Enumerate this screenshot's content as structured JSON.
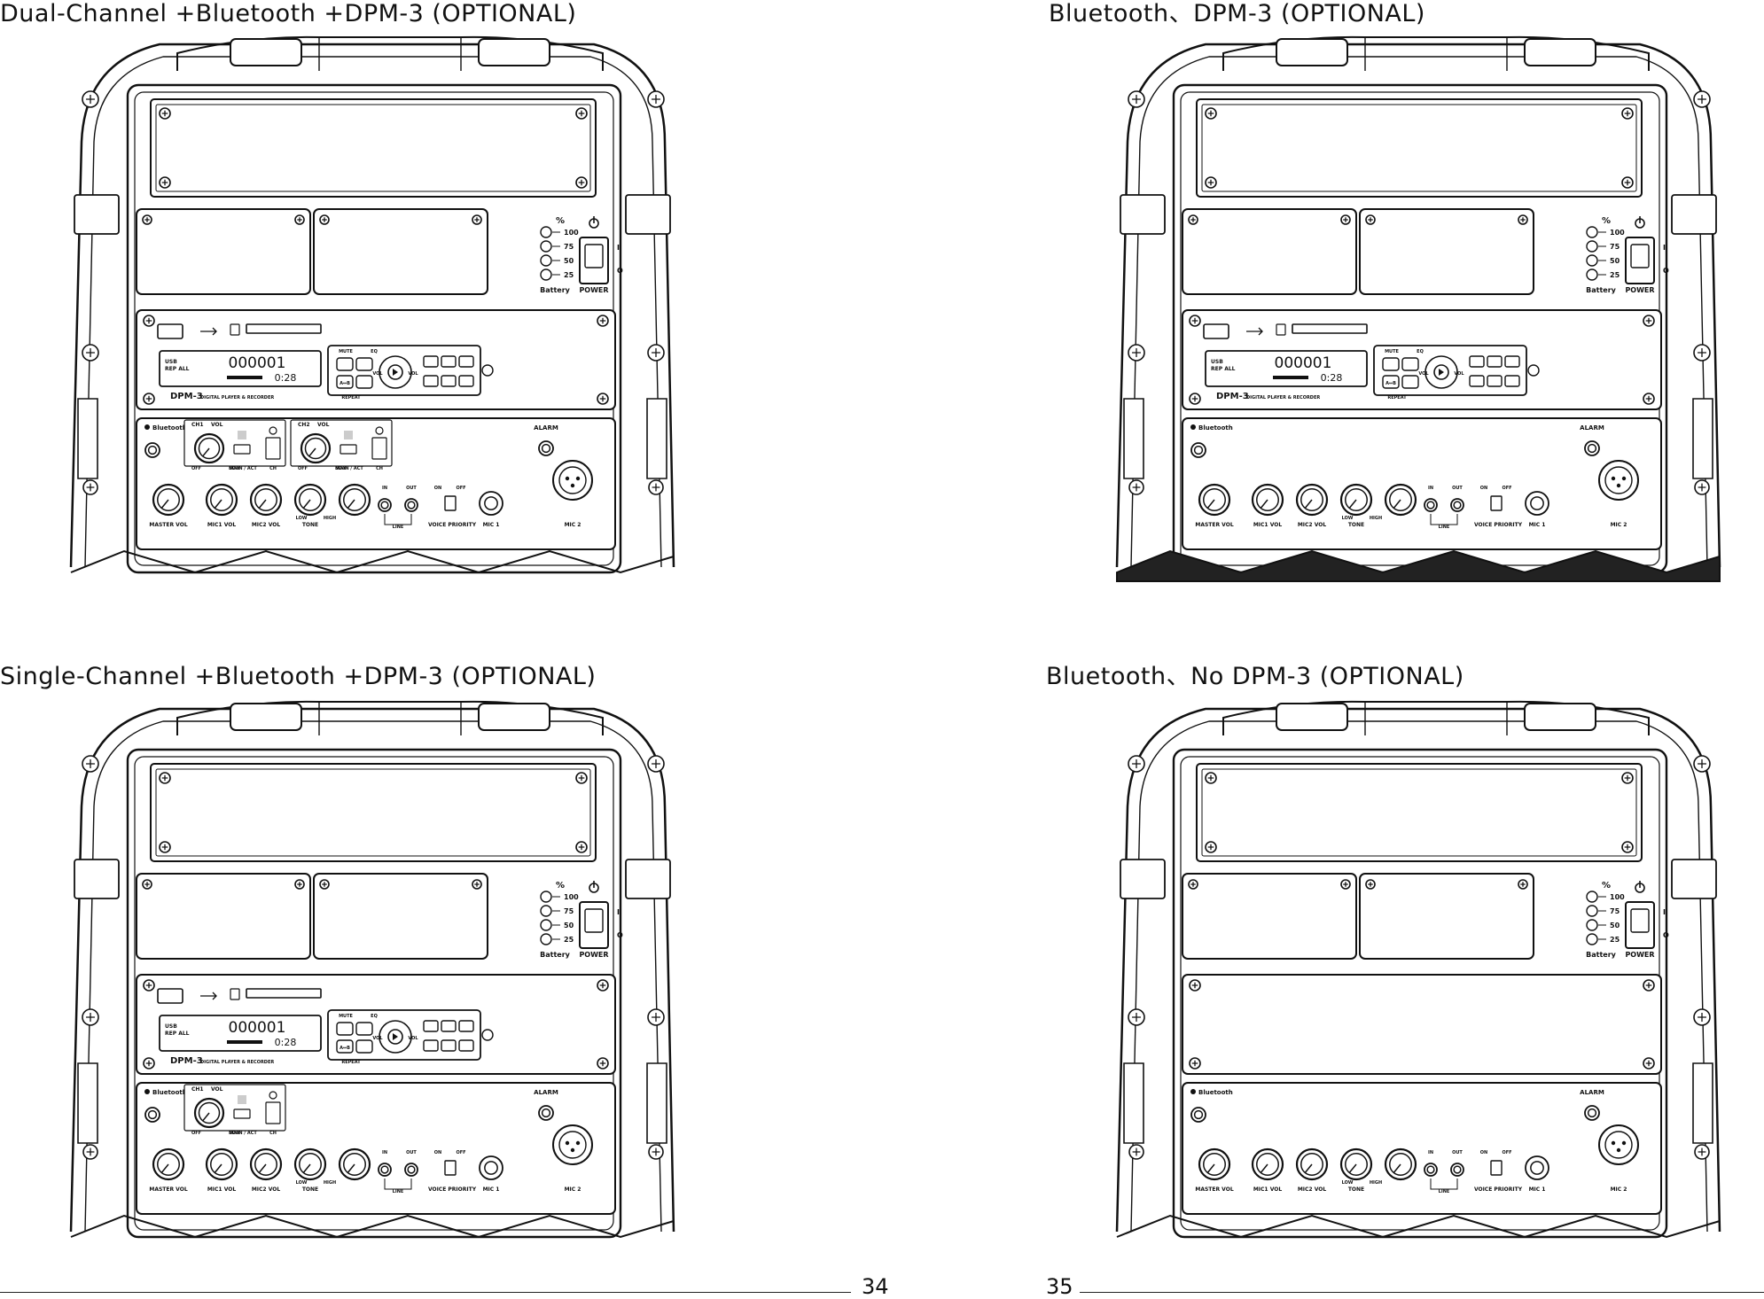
{
  "titles": {
    "tl": "Dual-Channel +Bluetooth +DPM-3 (OPTIONAL)",
    "tr": "Bluetooth、DPM-3 (OPTIONAL)",
    "bl": "Single-Channel +Bluetooth +DPM-3 (OPTIONAL)",
    "br": "Bluetooth、No DPM-3 (OPTIONAL)"
  },
  "page_numbers": {
    "left": "34",
    "right": "35"
  },
  "labels": {
    "battery_pct": "%",
    "bat100": "100",
    "bat75": "75",
    "bat50": "50",
    "bat25": "25",
    "battery": "Battery",
    "power": "POWER",
    "on_mark": "I",
    "off_mark": "O",
    "dpm_name": "DPM-3",
    "dpm_sub": "DIGITAL PLAYER & RECORDER",
    "lcd_usb": "USB",
    "lcd_rep": "REP ALL",
    "lcd_count": "000001",
    "lcd_time": "0:28",
    "mute": "MUTE",
    "eq": "EQ",
    "repeat": "REPEAT",
    "vol_minus": "VOL",
    "vol_plus": "VOL",
    "ab": "A↔B",
    "bluetooth": "Bluetooth",
    "ch1": "CH1",
    "ch2": "CH2",
    "vol": "VOL",
    "off": "OFF",
    "max": "MAX",
    "scan": "SCAN / ACT",
    "ch": "CH",
    "alarm": "ALARM",
    "master_vol": "MASTER VOL",
    "mic1_vol": "MIC1 VOL",
    "mic2_vol": "MIC2 VOL",
    "tone": "TONE",
    "low": "LOW",
    "high": "HIGH",
    "line": "LINE",
    "in": "IN",
    "out": "OUT",
    "on": "ON",
    "off2": "OFF",
    "voice_priority": "VOICE PRIORITY",
    "mic1": "MIC 1",
    "mic2": "MIC 2"
  }
}
